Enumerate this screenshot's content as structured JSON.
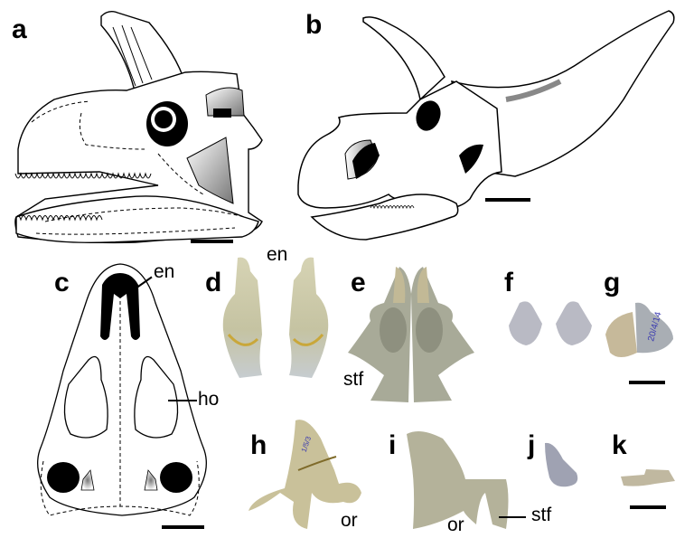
{
  "figure": {
    "panels": [
      {
        "id": "a",
        "label": "a",
        "content": "skull line drawing, lateral view (psittacosaur-type ceratopsian with horn)"
      },
      {
        "id": "b",
        "label": "b",
        "content": "skull line drawing, lateral view (horned ceratopsian with frill)"
      },
      {
        "id": "c",
        "label": "c",
        "content": "skull line drawing, dorsal view"
      },
      {
        "id": "d",
        "label": "d",
        "content": "photograph of bone pair (nasal elements)"
      },
      {
        "id": "e",
        "label": "e",
        "content": "photograph of bone pair (mirrored)"
      },
      {
        "id": "f",
        "label": "f",
        "content": "photograph of small bone pair"
      },
      {
        "id": "g",
        "label": "g",
        "content": "photograph of bone with specimen number written"
      },
      {
        "id": "h",
        "label": "h",
        "content": "photograph of horn core, lateral"
      },
      {
        "id": "i",
        "label": "i",
        "content": "photograph of horn core, medial"
      },
      {
        "id": "j",
        "label": "j",
        "content": "photograph of small bone fragment"
      },
      {
        "id": "k",
        "label": "k",
        "content": "photograph of small flat bone"
      }
    ],
    "annotations": {
      "en_c": "en",
      "ho_c": "ho",
      "en_d": "en",
      "stf_e": "stf",
      "or_h": "or",
      "or_i": "or",
      "stf_i": "stf"
    },
    "colors": {
      "ink": "#000000",
      "bone_photo": "#c8c3a0",
      "bone_photo_gray": "#a9aa9c",
      "bone_photo_blue": "#b8bcc4",
      "gradient_gray": "#8a8a8a"
    }
  }
}
